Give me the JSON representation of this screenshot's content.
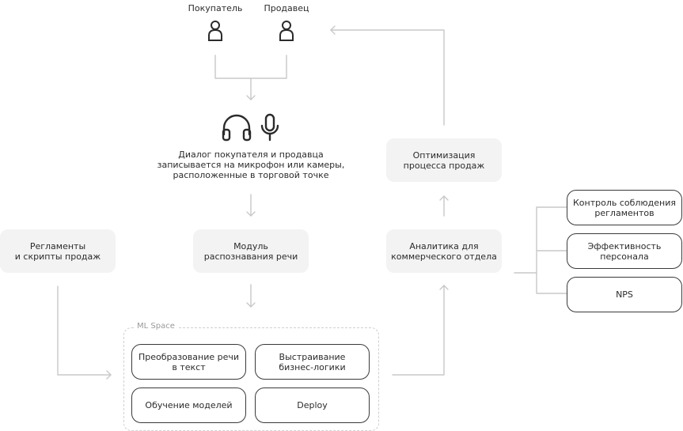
{
  "actors": {
    "buyer": "Покупатель",
    "seller": "Продавец"
  },
  "capture": {
    "description_line1": "Диалог покупателя и продавца",
    "description_line2": "записывается на микрофон или камеры,",
    "description_line3": "расположенные в торговой точке"
  },
  "nodes": {
    "regulations": {
      "line1": "Регламенты",
      "line2": "и скрипты продаж"
    },
    "speech_module": {
      "line1": "Модуль",
      "line2": "распознавания речи"
    },
    "analytics": {
      "line1": "Аналитика для",
      "line2": "коммерческого отдела"
    },
    "optimization": {
      "line1": "Оптимизация",
      "line2": "процесса продаж"
    }
  },
  "ml_space": {
    "label": "ML Space",
    "speech_to_text": {
      "line1": "Преобразование речи",
      "line2": "в текст"
    },
    "business_logic": {
      "line1": "Выстраивание",
      "line2": "бизнес-логики"
    },
    "model_training": "Обучение моделей",
    "deploy": "Deploy"
  },
  "outputs": {
    "compliance": {
      "line1": "Контроль соблюдения",
      "line2": "регламентов"
    },
    "efficiency": {
      "line1": "Эффективность",
      "line2": "персонала"
    },
    "nps": "NPS"
  },
  "colors": {
    "line": "#c8c8c8",
    "node_fill": "#f3f3f3",
    "outline": "#3a3a3a",
    "icon": "#2b2b2b"
  }
}
